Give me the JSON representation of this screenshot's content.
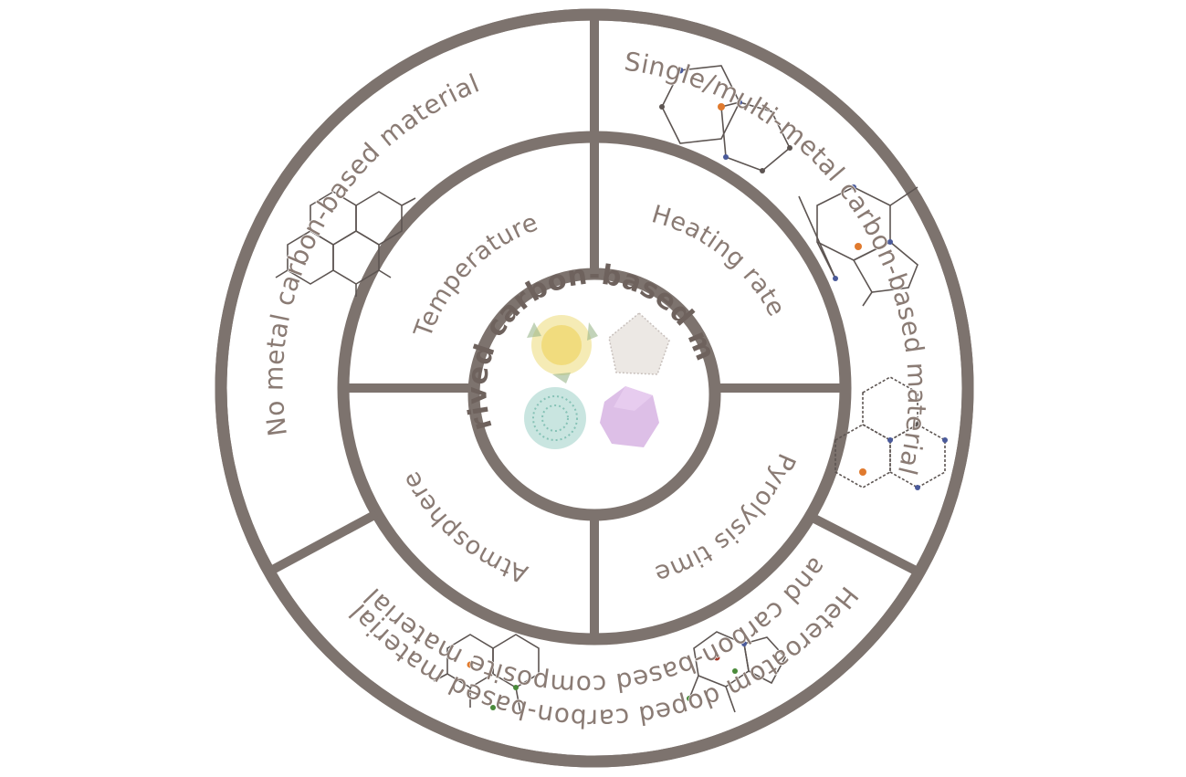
{
  "center": {
    "text": "MOF-derived carbon-based materials"
  },
  "middle_ring": {
    "top_left": "Temperature",
    "top_right": "Heating rate",
    "bottom_right": "Pyrolysis time",
    "bottom_left": "Atmosphere"
  },
  "outer_ring": {
    "left": "No metal carbon-based material",
    "right": "Single/multi-metal carbon-based material",
    "bottom_inner": "and carbon-based composite material",
    "bottom_inner_2": "Heteroatom doped carbon-based material"
  },
  "colors": {
    "ring": "#7d736e",
    "text": "#8a7b74",
    "center_text": "#6e625d",
    "node_blue": "#4a5a9a",
    "node_orange": "#e07a2e",
    "node_green": "#4a8a3a",
    "node_red": "#a33a2a"
  },
  "icons": [
    "carbon-lattice",
    "metal-doped-lattice",
    "mof-particle-yellow",
    "mof-particle-gray",
    "mof-particle-teal",
    "mof-particle-purple"
  ]
}
